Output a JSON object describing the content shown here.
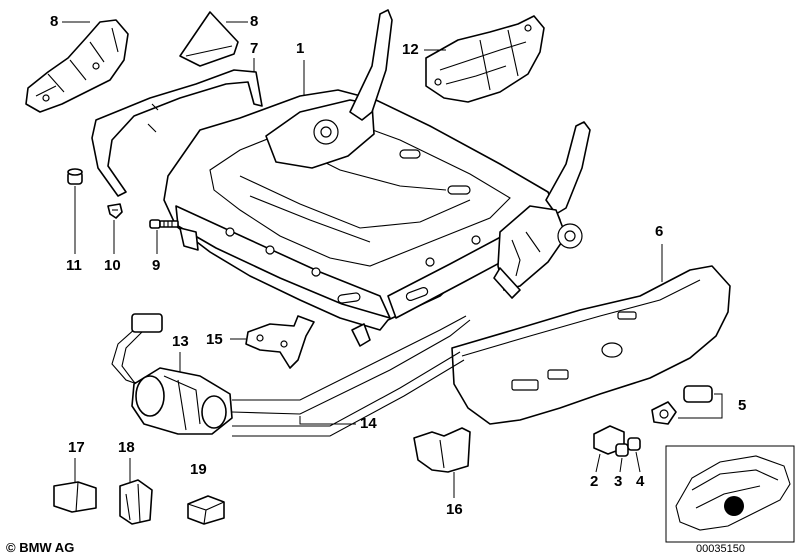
{
  "callouts": {
    "c1": "1",
    "c2": "2",
    "c3": "3",
    "c4": "4",
    "c5": "5",
    "c6": "6",
    "c7": "7",
    "c8a": "8",
    "c8b": "8",
    "c9": "9",
    "c10": "10",
    "c11": "11",
    "c12": "12",
    "c13": "13",
    "c14": "14",
    "c15": "15",
    "c16": "16",
    "c17": "17",
    "c18": "18",
    "c19": "19"
  },
  "footer": {
    "brand": "© BMW AG",
    "code": "00035150"
  },
  "colors": {
    "line": "#000000",
    "background": "#ffffff",
    "marker": "#000000"
  }
}
